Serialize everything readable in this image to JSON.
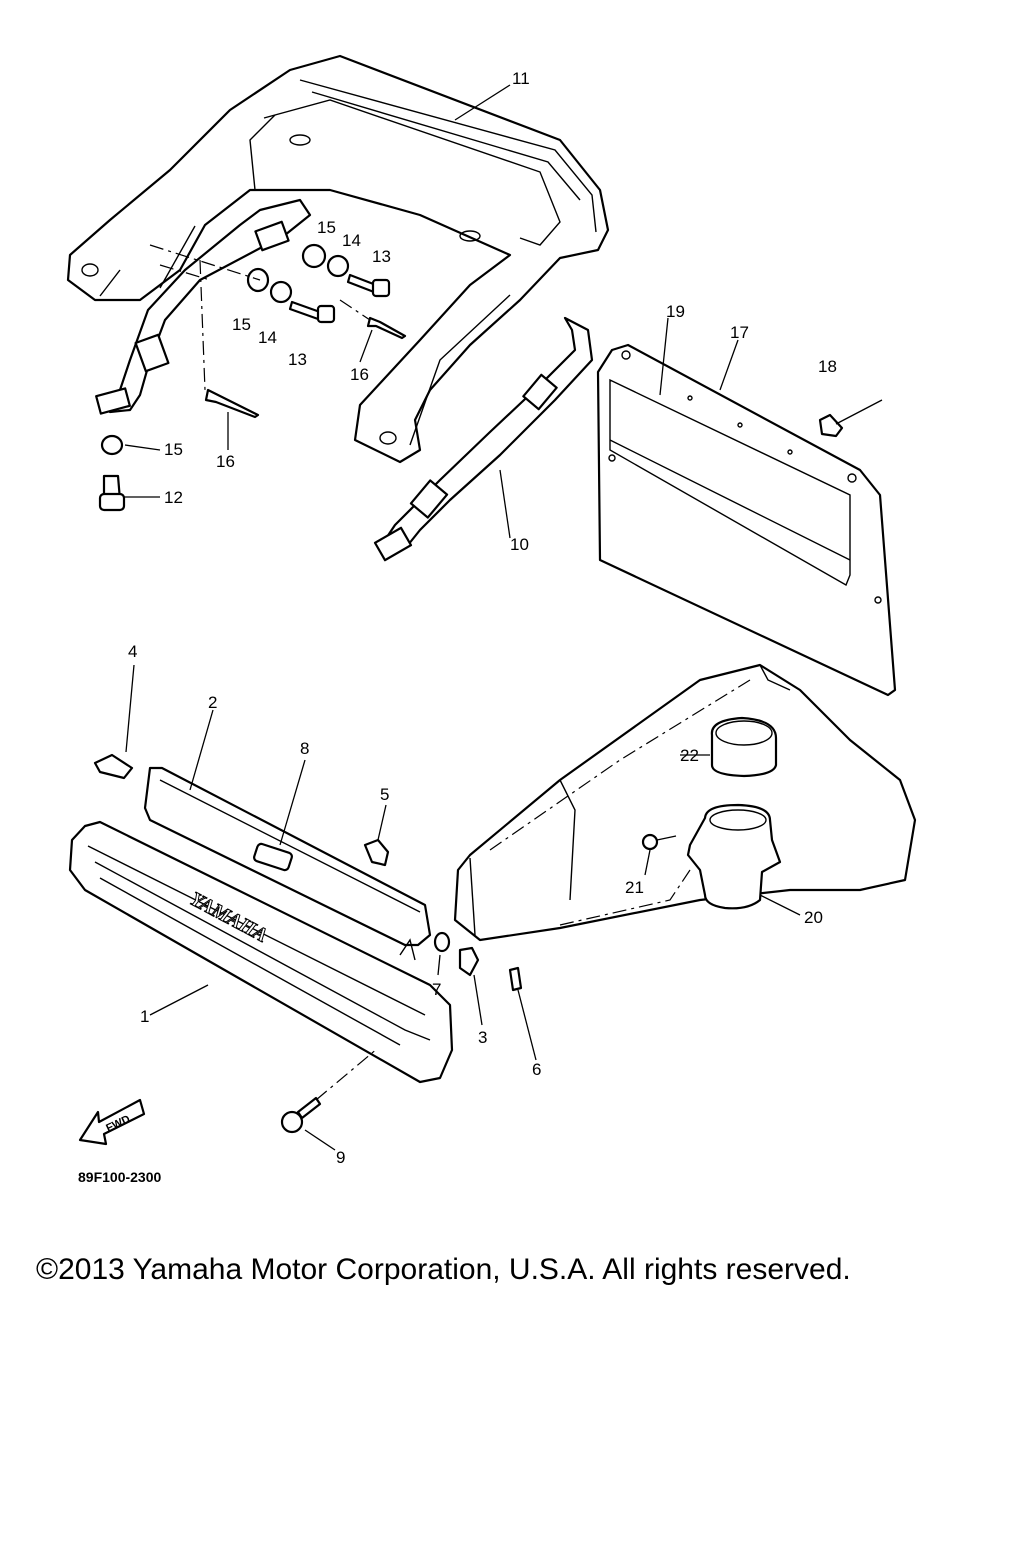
{
  "drawing_number": "89F100-2300",
  "brand_lettering": "YAMAHA",
  "direction_marker": "FWD",
  "copyright": "©2013 Yamaha Motor Corporation, U.S.A. All rights reserved.",
  "callouts": {
    "c1": "1",
    "c2": "2",
    "c3": "3",
    "c4": "4",
    "c5": "5",
    "c6": "6",
    "c7": "7",
    "c8": "8",
    "c9": "9",
    "c10": "10",
    "c11": "11",
    "c12": "12",
    "c13a": "13",
    "c13b": "13",
    "c14a": "14",
    "c14b": "14",
    "c15a": "15",
    "c15b": "15",
    "c15c": "15",
    "c16a": "16",
    "c16b": "16",
    "c17": "17",
    "c18": "18",
    "c19": "19",
    "c20": "20",
    "c21": "21",
    "c22": "22"
  }
}
